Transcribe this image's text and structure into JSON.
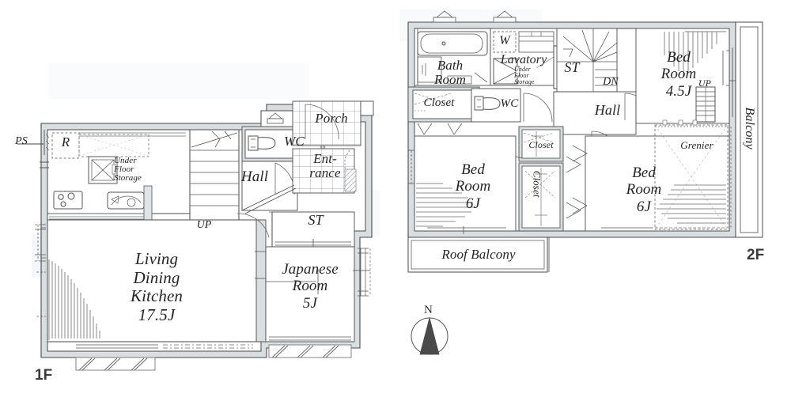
{
  "document": {
    "type": "residential-floor-plan",
    "floors": [
      "1F",
      "2F"
    ],
    "floor_tags": {
      "first": "1F",
      "second": "2F"
    },
    "compass": {
      "label": "N",
      "name": "north-arrow"
    }
  },
  "floor1": {
    "tag": "1F",
    "rooms": [
      {
        "name": "living-dining-kitchen",
        "label": "Living\nDining\nKitchen\n17.5J",
        "area": "17.5J"
      },
      {
        "name": "japanese-room",
        "label": "Japanese\nRoom\n5J",
        "area": "5J"
      },
      {
        "name": "hall",
        "label": "Hall"
      },
      {
        "name": "entrance",
        "label": "Ent-\nrance"
      },
      {
        "name": "porch",
        "label": "Porch"
      },
      {
        "name": "wc",
        "label": "WC"
      },
      {
        "name": "storage-st",
        "label": "ST"
      },
      {
        "name": "under-floor-storage",
        "label": "Under\nFloor\nStorage"
      },
      {
        "name": "refrigerator",
        "label": "R"
      },
      {
        "name": "pipe-space",
        "label": "PS"
      },
      {
        "name": "stairs-up",
        "label": "UP"
      }
    ]
  },
  "floor2": {
    "tag": "2F",
    "rooms": [
      {
        "name": "bath-room",
        "label": "Bath\nRoom"
      },
      {
        "name": "lavatory",
        "label": "Lavatory"
      },
      {
        "name": "washer",
        "label": "W"
      },
      {
        "name": "under-floor-storage",
        "label": "Under\nFloor\nStorage"
      },
      {
        "name": "closet-left",
        "label": "Closet"
      },
      {
        "name": "wc",
        "label": "WC"
      },
      {
        "name": "storage-st",
        "label": "ST"
      },
      {
        "name": "hall",
        "label": "Hall"
      },
      {
        "name": "stairs-down",
        "label": "DN"
      },
      {
        "name": "stairs-up-grenier",
        "label": "UP"
      },
      {
        "name": "bed-room-45",
        "label": "Bed\nRoom\n4.5J",
        "area": "4.5J"
      },
      {
        "name": "bed-room-6-left",
        "label": "Bed\nRoom\n6J",
        "area": "6J"
      },
      {
        "name": "bed-room-6-right",
        "label": "Bed\nRoom\n6J",
        "area": "6J"
      },
      {
        "name": "closet-small",
        "label": "Closet"
      },
      {
        "name": "closet-vertical",
        "label": "Closet"
      },
      {
        "name": "grenier",
        "label": "Grenier"
      },
      {
        "name": "balcony",
        "label": "Balcony"
      },
      {
        "name": "roof-balcony",
        "label": "Roof Balcony"
      }
    ]
  },
  "colors": {
    "ink": "#2b2b2b",
    "wall_fill": "#d9dfe0",
    "line": "#555555",
    "paper_wash": "#e9f0f4",
    "compass_fill": "#4a4a4a",
    "background": "#ffffff"
  }
}
